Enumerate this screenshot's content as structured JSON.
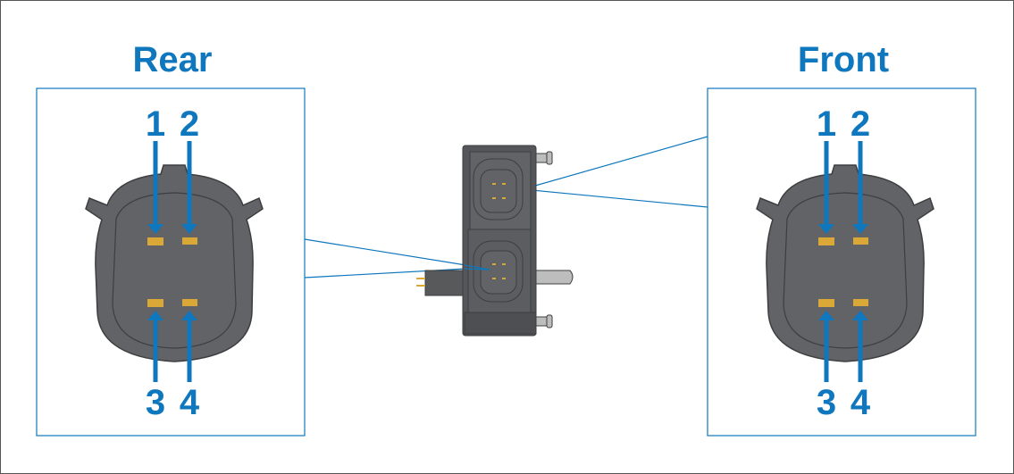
{
  "colors": {
    "accent": "#0e77bd",
    "connector": "#626366",
    "pin": "#d9a836"
  },
  "panels": [
    {
      "title": "Rear",
      "pins": [
        "1",
        "2",
        "3",
        "4"
      ]
    },
    {
      "title": "Front",
      "pins": [
        "1",
        "2",
        "3",
        "4"
      ]
    }
  ]
}
